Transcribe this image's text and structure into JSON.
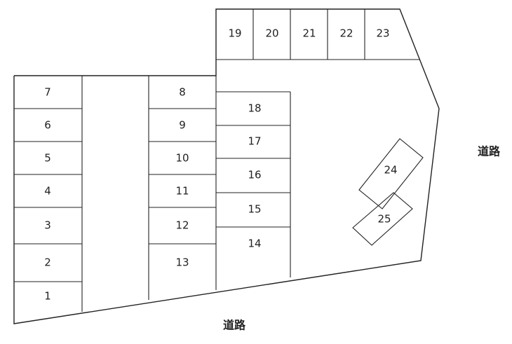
{
  "labels": {
    "road_right": "道路",
    "road_bottom": "道路"
  },
  "spaces": [
    "1",
    "2",
    "3",
    "4",
    "5",
    "6",
    "7",
    "8",
    "9",
    "10",
    "11",
    "12",
    "13",
    "14",
    "15",
    "16",
    "17",
    "18",
    "19",
    "20",
    "21",
    "22",
    "23",
    "24",
    "25"
  ]
}
